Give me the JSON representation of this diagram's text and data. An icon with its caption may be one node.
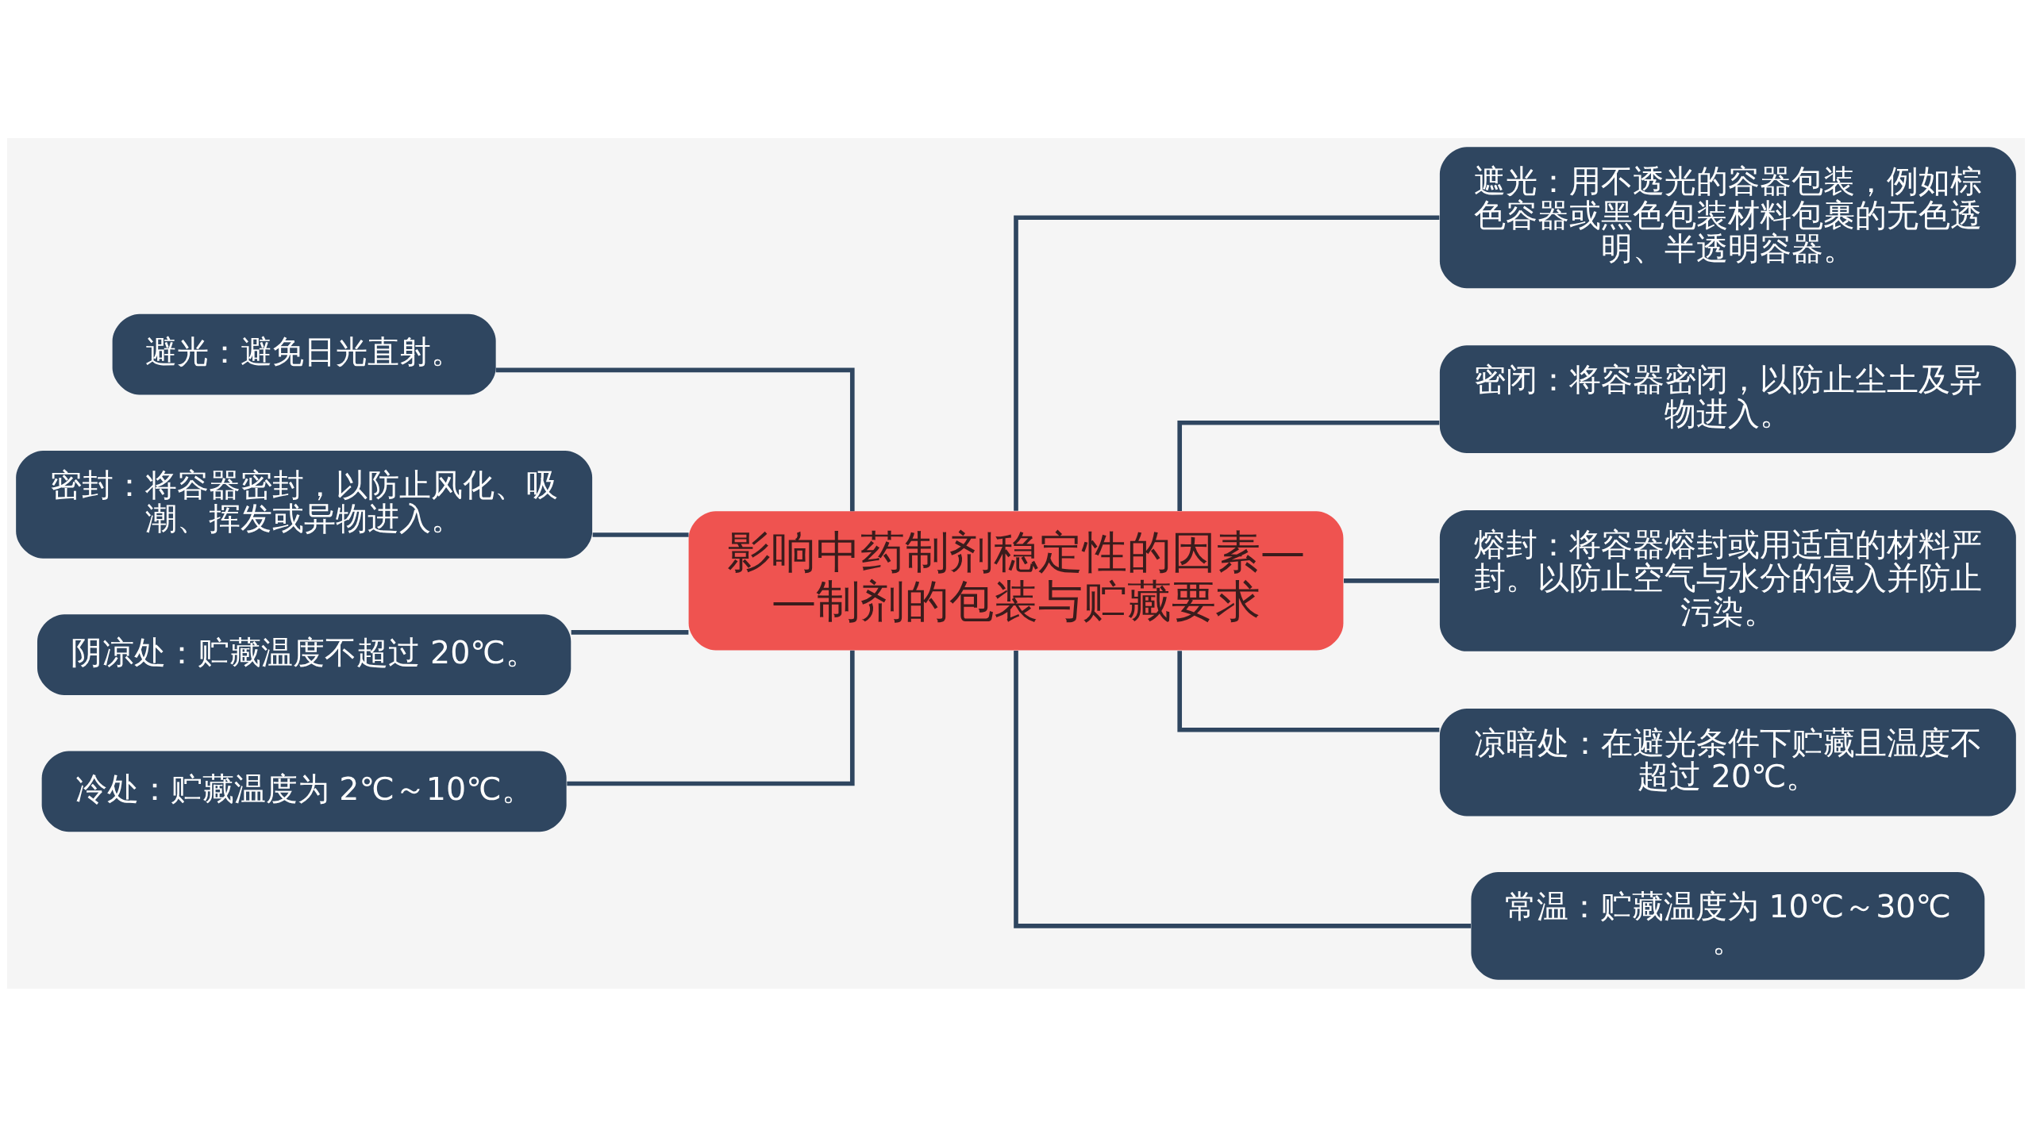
{
  "diagram": {
    "nodes": [
      {
        "text": [
          "影响中药制剂稳定性的因素——制剂的包装与贮藏要求"
        ]
      },
      {
        "text": [
          "避光：避免日光直射。"
        ]
      },
      {
        "text": [
          "密封：将容器密封，以防止风化、吸潮、挥发或异物进入。"
        ]
      },
      {
        "text": [
          "阴凉处：贮藏温度不超过 20℃。"
        ]
      },
      {
        "text": [
          "冷处：贮藏温度为 2℃～10℃。"
        ]
      },
      {
        "text": [
          "遮光：用不透光的容器包装，例如棕色容器或黑色包装材料包裹的无色透明、半透明容器。"
        ]
      },
      {
        "text": [
          "密闭：将容器密闭，以防止尘土及异物进入。"
        ]
      },
      {
        "text": [
          "熔封：将容器熔封或用适宜的材料严封。以防止空气与水分的侵入并防止污染。"
        ]
      },
      {
        "text": [
          "凉暗处：在避光条件下贮藏且温度不超过 20℃。"
        ]
      },
      {
        "text": [
          "常温：贮藏温度为 10℃～30℃。"
        ]
      }
    ],
    "edges": [
      {
        "from": 0,
        "to": 1,
        "arrow": "none"
      },
      {
        "from": 0,
        "to": 2,
        "arrow": "none"
      },
      {
        "from": 0,
        "to": 3,
        "arrow": "none"
      },
      {
        "from": 0,
        "to": 4,
        "arrow": "none"
      },
      {
        "from": 0,
        "to": 5,
        "arrow": "none"
      },
      {
        "from": 0,
        "to": 6,
        "arrow": "none"
      },
      {
        "from": 0,
        "to": 7,
        "arrow": "none"
      },
      {
        "from": 0,
        "to": 8,
        "arrow": "none"
      },
      {
        "from": 0,
        "to": 9,
        "arrow": "none"
      }
    ]
  }
}
